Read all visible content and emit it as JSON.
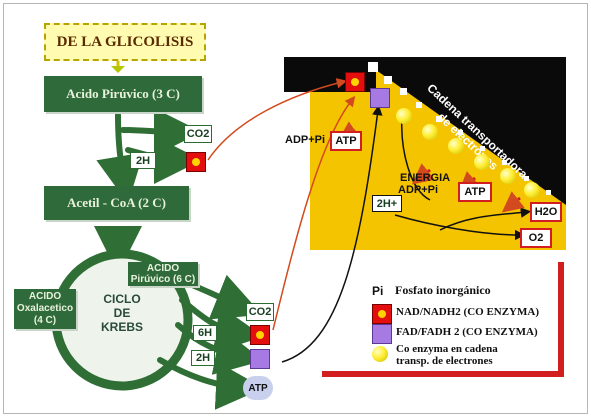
{
  "top_box": "DE LA GLICOLISIS",
  "piruvico_box": "Acido Pirúvico (3 C)",
  "acetil_box": "Acetil - CoA (2 C)",
  "step1": {
    "co2": "CO2",
    "h": "2H"
  },
  "krebs": {
    "title_lines": [
      "CICLO",
      "DE",
      "KREBS"
    ],
    "piruvico_label": "ACIDO Pirúvico (6 C)",
    "oxalacetico_label": "ACIDO Oxalacetico (4 C)",
    "outputs": [
      "CO2",
      "6H",
      "2H",
      "ATP"
    ]
  },
  "electron_chain": {
    "title_lines": [
      "Cadena transportadora",
      "de electrones"
    ],
    "adp_pi_1": "ADP+Pi",
    "atp_1": "ATP",
    "energia": "ENERGIA",
    "adp_pi_2": "ADP+Pi",
    "atp_2": "ATP",
    "two_h": "2H+",
    "h2o": "H2O",
    "o2": "O2"
  },
  "legend": {
    "pi_symbol": "Pi",
    "pi_text": "Fosfato inorgánico",
    "nad_text": "NAD/NADH2 (CO ENZYMA)",
    "fad_text": "FAD/FADH 2 (CO ENZYMA)",
    "coenzyme_line1": "Co enzyma en cadena",
    "coenzyme_line2": "transp. de electrones"
  },
  "colors": {
    "green_box": "#2f6a3a",
    "arrow_green": "#2f6f35",
    "chain_black": "#0a0a0a",
    "chain_yellow": "#f5c400",
    "nad_red": "#e30f0f",
    "fad_purple": "#a77ae3",
    "accent_red": "#d21e1e"
  }
}
